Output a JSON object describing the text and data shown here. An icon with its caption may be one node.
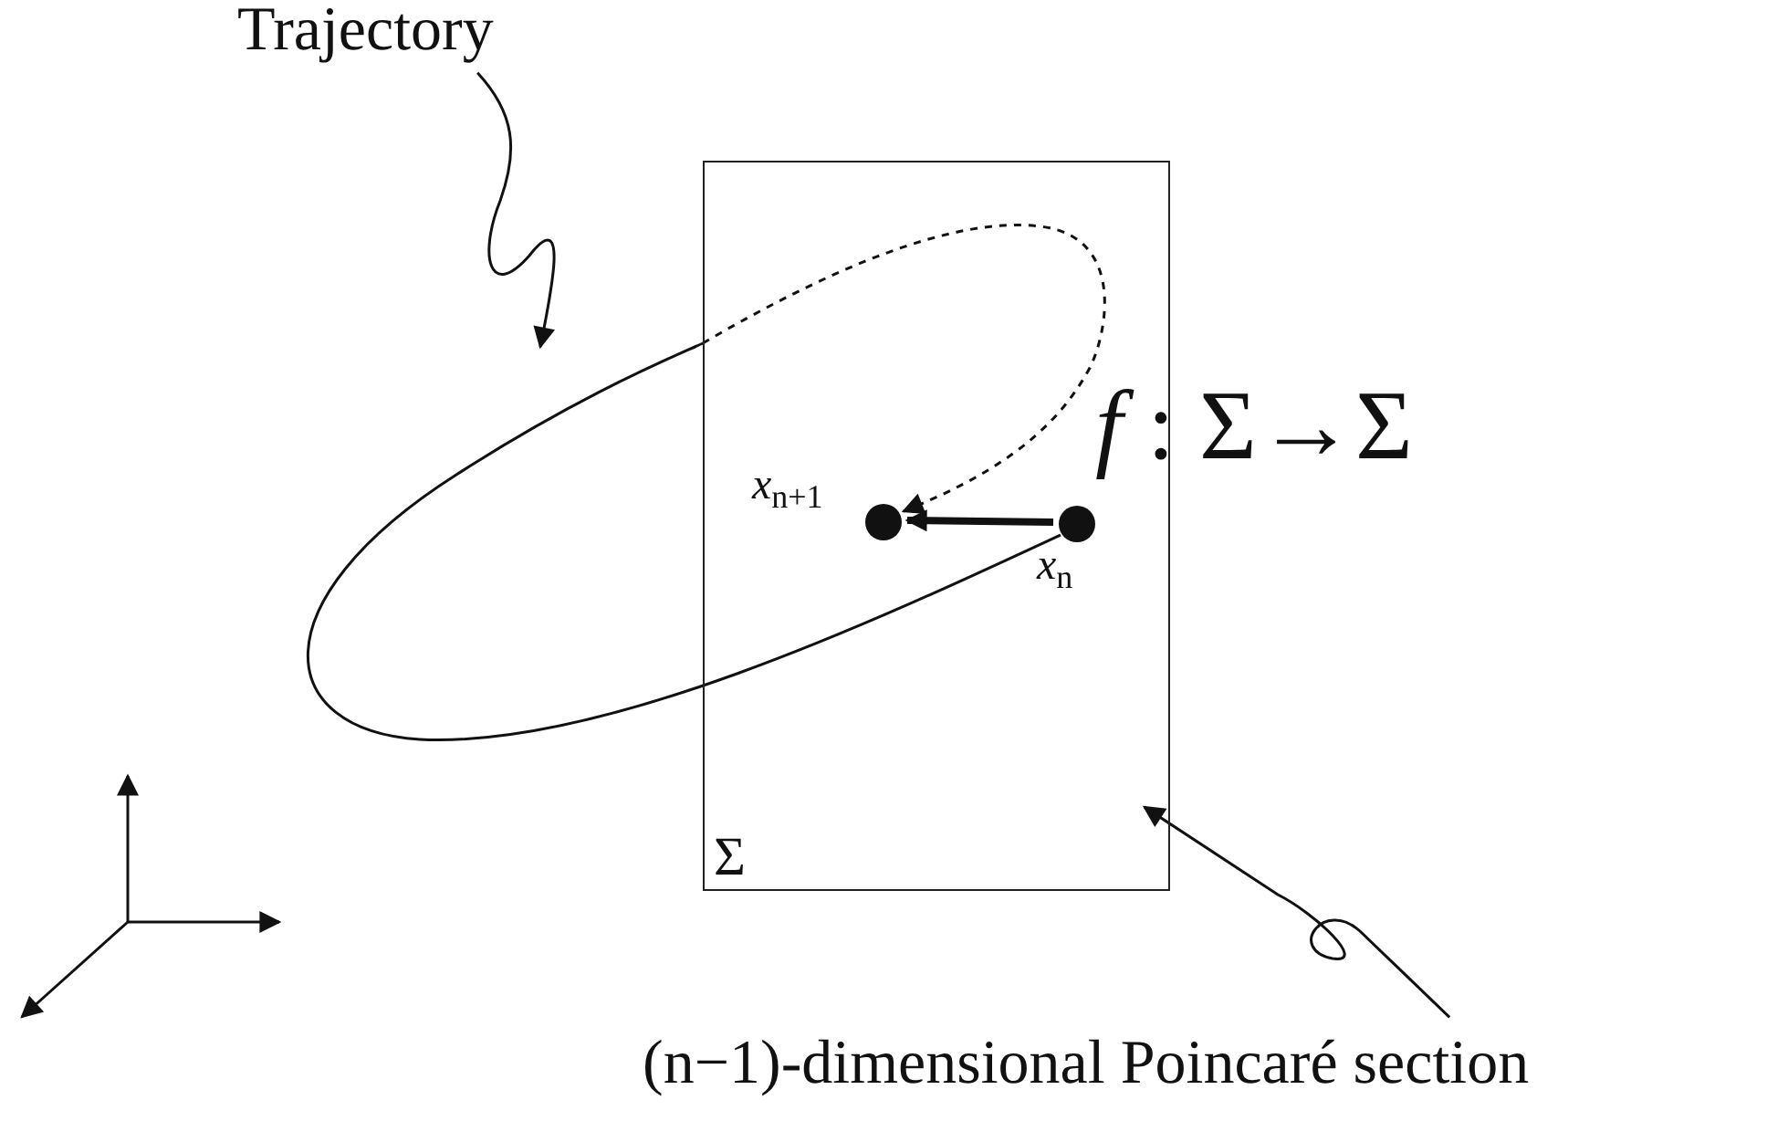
{
  "diagram": {
    "nodes": [
      {
        "text": [
          "Trajectory"
        ]
      },
      {
        "text": [
          "Σ"
        ]
      },
      {
        "text": [],
        "shape": "circle",
        "in": 1,
        "beside": [
          "*x*$_{n+1}$"
        ]
      },
      {
        "text": [],
        "shape": "circle",
        "in": 1,
        "beside": [
          "*x*$_{n}$"
        ]
      },
      {
        "text": [
          "(n−1)-dimensional Poincaré section"
        ]
      }
    ],
    "edges": [
      {
        "from": 0,
        "to": null,
        "arrow": "to"
      },
      {
        "from": 3,
        "to": null,
        "arrow": "none"
      },
      {
        "from": null,
        "to": 2,
        "arrow": "to",
        "style": "dashed"
      },
      {
        "from": 3,
        "to": 2,
        "arrow": "to",
        "style": "thick"
      },
      {
        "from": 4,
        "to": 1,
        "arrow": "to"
      }
    ],
    "labels": [
      "*f* : Σ→Σ"
    ]
  }
}
